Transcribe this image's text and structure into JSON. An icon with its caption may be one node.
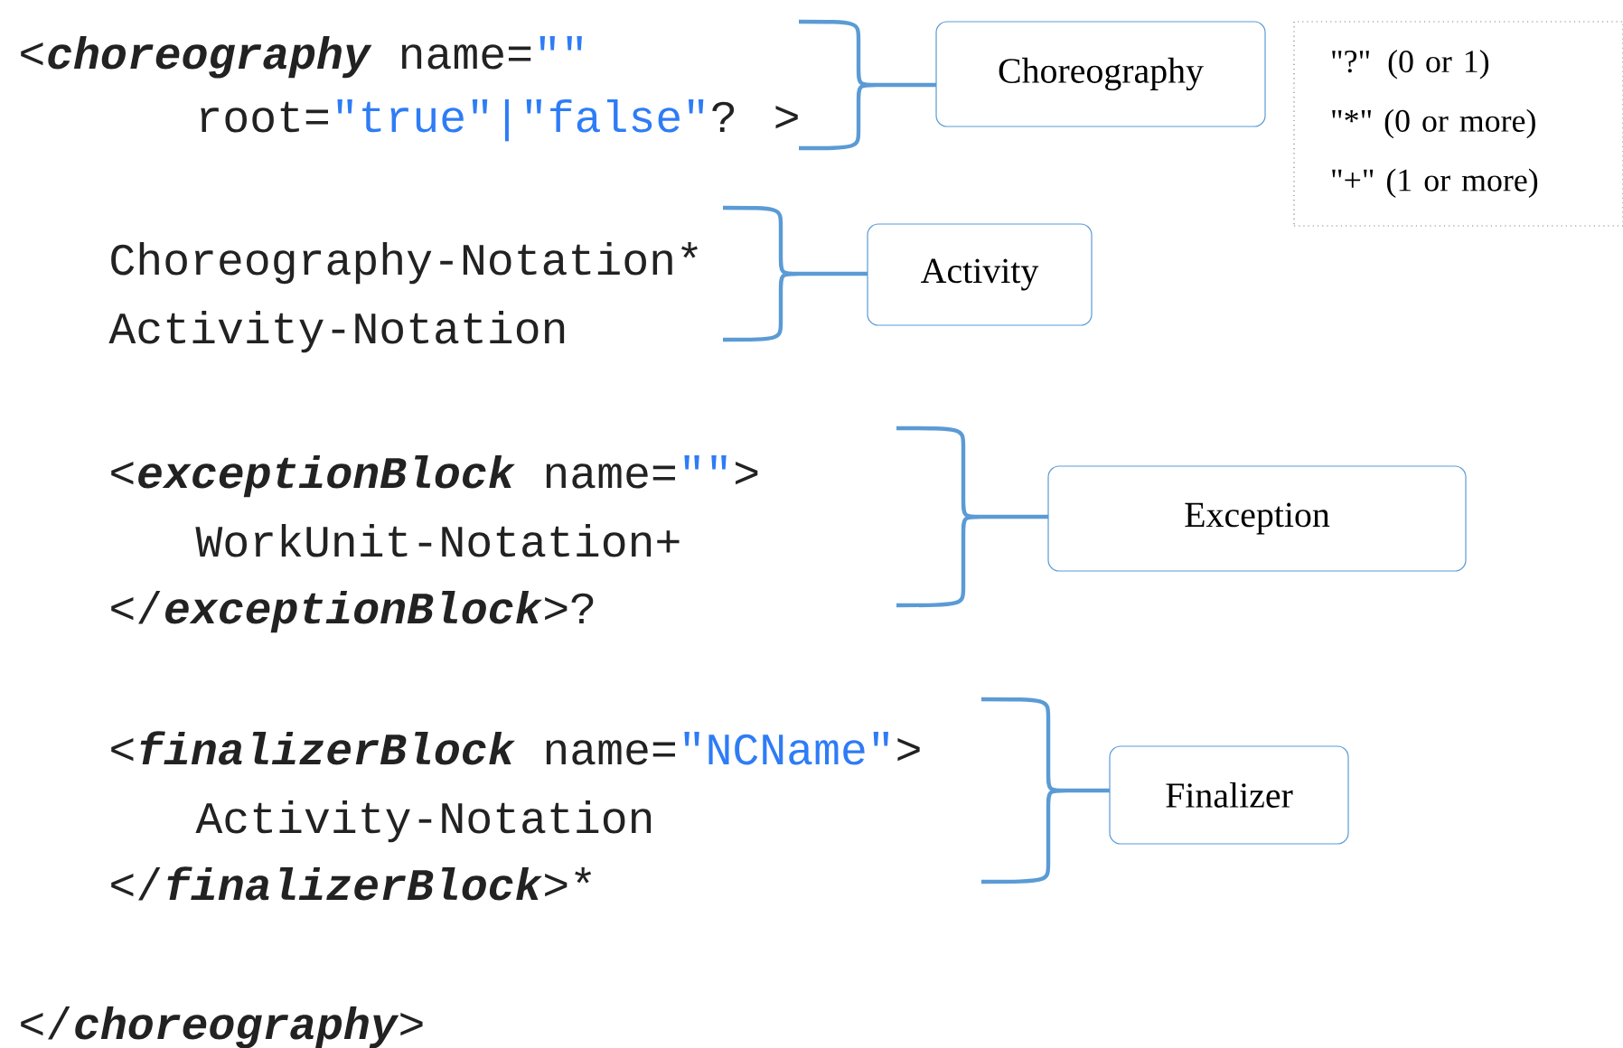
{
  "diagram": {
    "nodes": [
      {
        "text": [
          "Choreography"
        ]
      },
      {
        "text": [
          "\"?\" (0 or 1)",
          "\"*\" (0 or more)",
          "\"+\" (1 or more)"
        ]
      },
      {
        "text": [
          "Activity"
        ]
      },
      {
        "text": [
          "Exception"
        ]
      },
      {
        "text": [
          "Finalizer"
        ]
      }
    ],
    "labels": [
      "<",
      "choreography",
      "name=",
      "\"\"",
      "root=",
      "\"true\"|\"false\"",
      "? >",
      "Choreography-Notation*",
      "Activity-Notation",
      "<",
      "exceptionBlock",
      "name=",
      "\"\"",
      ">",
      "WorkUnit-Notation+",
      "</",
      "exceptionBlock",
      ">?",
      "<",
      "finalizerBlock",
      "name=",
      "\"NCName\"",
      ">",
      "Activity-Notation",
      "</",
      "finalizerBlock",
      ">*",
      "</",
      "choreography",
      ">"
    ]
  }
}
